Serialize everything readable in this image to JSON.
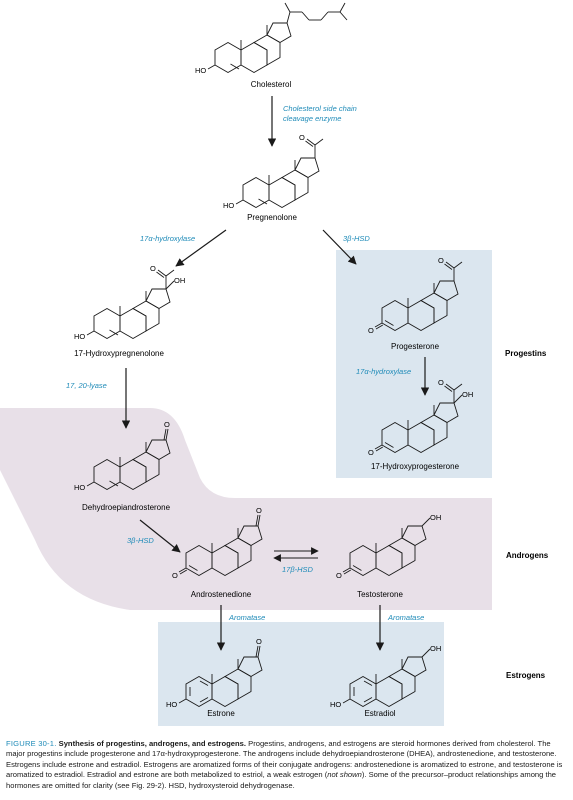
{
  "compounds": {
    "cholesterol": "Cholesterol",
    "pregnenolone": "Pregnenolone",
    "hydroxypregnenolone": "17-Hydroxypregnenolone",
    "progesterone": "Progesterone",
    "hydroxyprogesterone": "17-Hydroxyprogesterone",
    "dhea": "Dehydroepiandrosterone",
    "androstenedione": "Androstenedione",
    "testosterone": "Testosterone",
    "estrone": "Estrone",
    "estradiol": "Estradiol"
  },
  "enzymes": {
    "scc_line1": "Cholesterol side chain",
    "scc_line2": "cleavage enzyme",
    "hydroxylase_left": "17α-hydroxylase",
    "hsd_top": "3β-HSD",
    "hydroxylase_right": "17α-hydroxylase",
    "lyase": "17, 20-lyase",
    "hsd_androgen": "3β-HSD",
    "hsd_17b": "17β-HSD",
    "aromatase_left": "Aromatase",
    "aromatase_right": "Aromatase"
  },
  "groups": {
    "progestins": "Progestins",
    "androgens": "Androgens",
    "estrogens": "Estrogens"
  },
  "atoms": {
    "ho": "HO",
    "o": "O",
    "oh": "OH"
  },
  "caption": {
    "label": "FIGURE 30-1.",
    "title": "Synthesis of progestins, androgens, and estrogens.",
    "body_1": "Progestins, androgens, and estrogens are steroid hormones derived from cholesterol. The major progestins include progesterone and 17α-hydroxyprogesterone. The androgens include dehydroepiandrosterone (DHEA), androstenedione, and testosterone. Estrogens include estrone and estradiol. Estrogens are aromatized forms of their conjugate androgens: androstenedione is aromatized to estrone, and testosterone is aromatized to estradiol. Estradiol and estrone are both metabolized to estriol, a weak estrogen (",
    "body_em": "not shown",
    "body_2": "). Some of the precursor–product relationships among the hormones are omitted for clarity (see Fig. 29-2). HSD, hydroxysteroid dehydrogenase."
  },
  "colors": {
    "progestin_box": "#dbe6ef",
    "androgen_box": "#e8e0e8",
    "estrogen_box": "#dbe6ef",
    "enzyme_text": "#1f8bb8",
    "arrow": "#1a1a1a"
  }
}
